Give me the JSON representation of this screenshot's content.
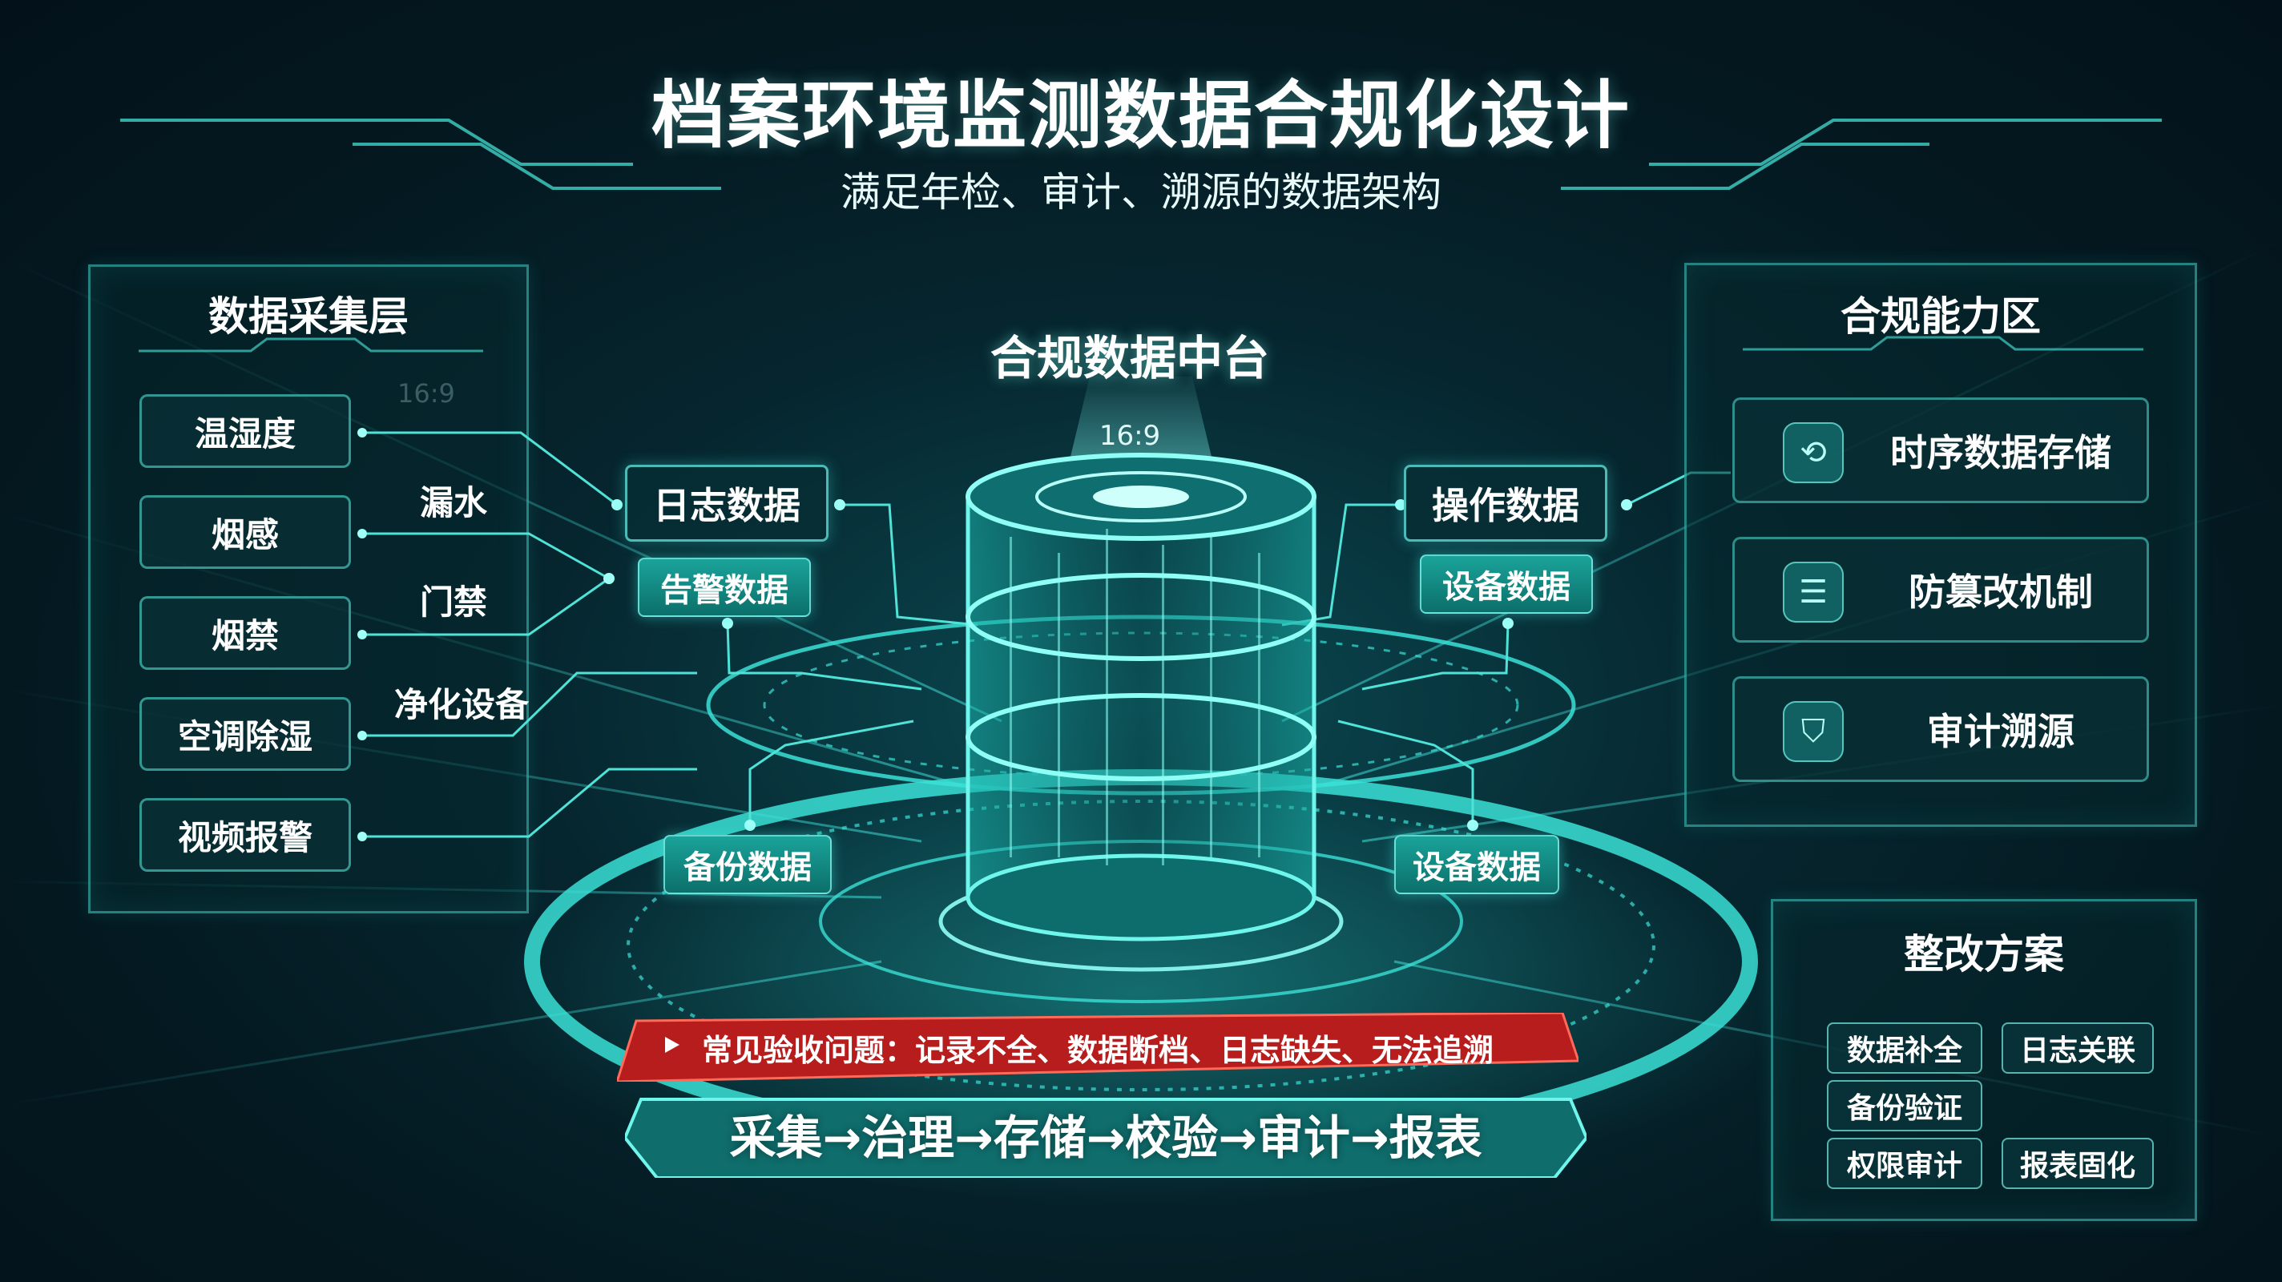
{
  "header": {
    "title": "档案环境监测数据合规化设计",
    "subtitle": "满足年检、审计、溯源的数据架构"
  },
  "left_panel": {
    "title": "数据采集层",
    "sensors": [
      "温湿度",
      "烟感",
      "烟禁",
      "空调除湿",
      "视频报警"
    ],
    "side_labels": [
      "漏水",
      "门禁",
      "净化设备"
    ],
    "ghost_ratio": "16:9"
  },
  "hub": {
    "title": "合规数据中台",
    "ratio": "16:9",
    "left_nodes": {
      "log": "日志数据",
      "alarm": "告警数据",
      "backup": "备份数据"
    },
    "right_nodes": {
      "operation": "操作数据",
      "device_top": "设备数据",
      "device_bottom": "设备数据"
    }
  },
  "capability_panel": {
    "title": "合规能力区",
    "items": [
      {
        "label": "时序数据存储",
        "icon": "time-series-icon"
      },
      {
        "label": "防篡改机制",
        "icon": "tamper-proof-icon"
      },
      {
        "label": "审计溯源",
        "icon": "audit-shield-icon"
      }
    ]
  },
  "rectification_panel": {
    "title": "整改方案",
    "items": [
      "数据补全",
      "日志关联",
      "备份验证",
      "权限审计",
      "报表固化"
    ]
  },
  "issue_banner": {
    "text": "常见验收问题：记录不全、数据断档、日志缺失、无法追溯"
  },
  "flow_banner": {
    "text": "采集→治理→存储→校验→审计→报表"
  },
  "colors": {
    "accent": "#40d2c8",
    "background": "#041820",
    "issue_red": "#b81d1d",
    "flow_teal": "#0f6d6c"
  }
}
